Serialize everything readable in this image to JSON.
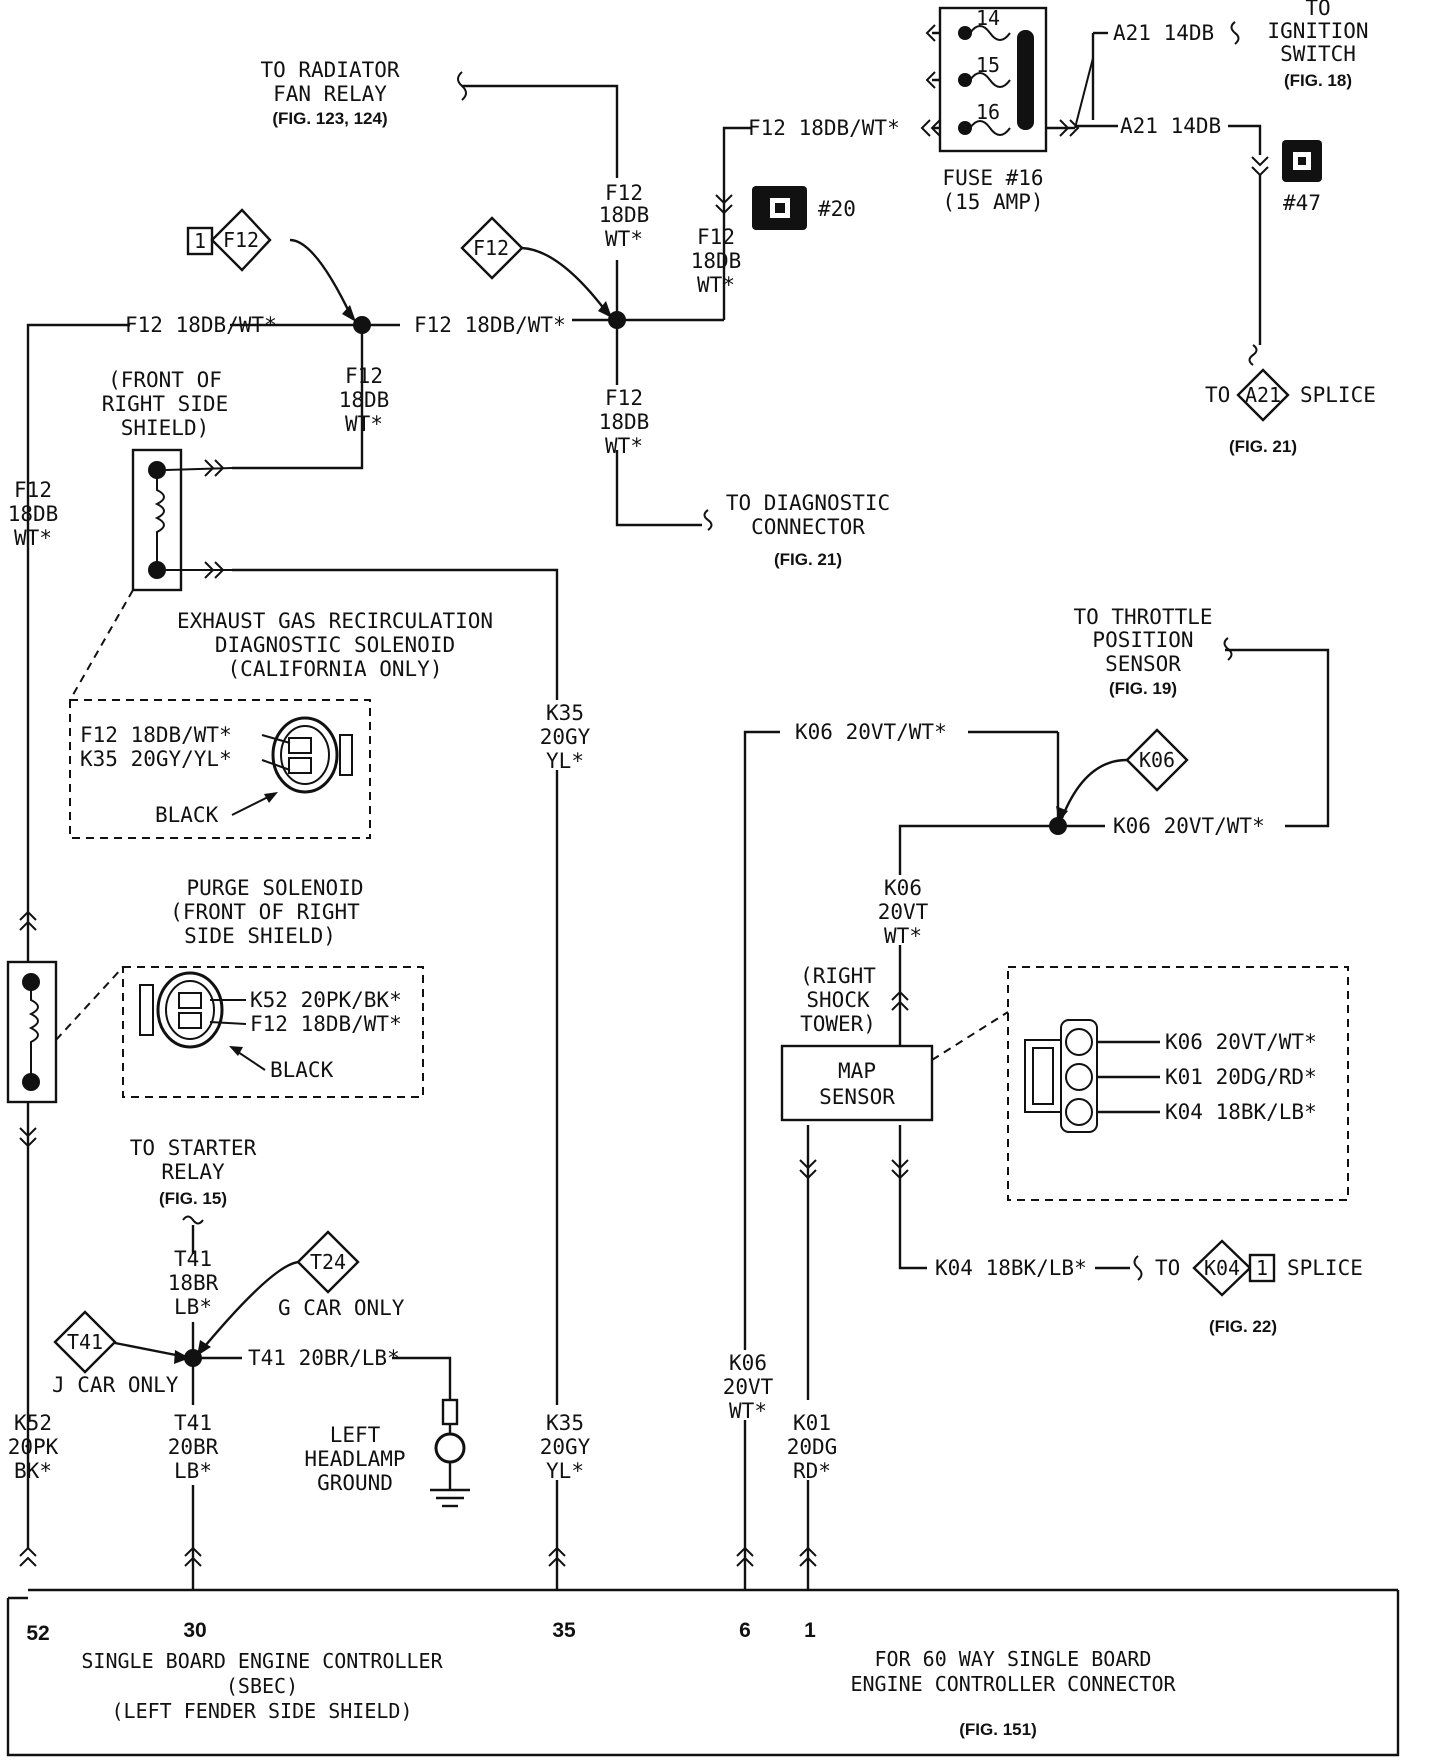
{
  "labels": {
    "to_radiator_fan_relay_1": "TO RADIATOR",
    "to_radiator_fan_relay_2": "FAN RELAY",
    "to_radiator_fig": "(FIG. 123, 124)",
    "to_ignition_1": "TO",
    "to_ignition_2": "IGNITION",
    "to_ignition_3": "SWITCH",
    "to_ignition_fig": "(FIG. 18)",
    "a21_top": "A21 14DB",
    "a21_mid": "A21 14DB",
    "fuse_f12_top": "F12 18DB/WT*",
    "fuse_name": "FUSE #16",
    "fuse_amp": "(15 AMP)",
    "fuse_n14": "14",
    "fuse_n15": "15",
    "fuse_n16": "16",
    "conn20": "#20",
    "conn47": "#47",
    "f12_rad_1": "F12",
    "f12_rad_2": "18DB",
    "f12_rad_3": "WT*",
    "f12_fuse_1": "F12",
    "f12_fuse_2": "18DB",
    "f12_fuse_3": "WT*",
    "diamond_f12_a": "F12",
    "diamond_f12_b": "F12",
    "box_1": "1",
    "f12_left_h": "F12 18DB/WT*",
    "f12_mid_h": "F12 18DB/WT*",
    "f12_egr_1": "F12",
    "f12_egr_2": "18DB",
    "f12_egr_3": "WT*",
    "f12_diag_1": "F12",
    "f12_diag_2": "18DB",
    "f12_diag_3": "WT*",
    "to_a21": "TO",
    "diamond_a21": "A21",
    "a21_splice": "SPLICE",
    "a21_fig": "(FIG. 21)",
    "front_rs_1": "(FRONT OF",
    "front_rs_2": "RIGHT SIDE",
    "front_rs_3": "SHIELD)",
    "f12_left_v_1": "F12",
    "f12_left_v_2": "18DB",
    "f12_left_v_3": "WT*",
    "to_diag_1": "TO DIAGNOSTIC",
    "to_diag_2": "CONNECTOR",
    "to_diag_fig": "(FIG. 21)",
    "egr_1": "EXHAUST GAS RECIRCULATION",
    "egr_2": "DIAGNOSTIC SOLENOID",
    "egr_3": "(CALIFORNIA ONLY)",
    "egr_pin1": "F12 18DB/WT*",
    "egr_pin2": "K35 20GY/YL*",
    "egr_black": "BLACK",
    "k35_top_1": "K35",
    "k35_top_2": "20GY",
    "k35_top_3": "YL*",
    "to_tps_1": "TO THROTTLE",
    "to_tps_2": "POSITION",
    "to_tps_3": "SENSOR",
    "to_tps_fig": "(FIG. 19)",
    "k06_top_h": "K06 20VT/WT*",
    "diamond_k06": "K06",
    "k06_mid_h": "K06 20VT/WT*",
    "k06_v_1": "K06",
    "k06_v_2": "20VT",
    "k06_v_3": "WT*",
    "shock_1": "(RIGHT",
    "shock_2": "SHOCK",
    "shock_3": "TOWER)",
    "map_1": "MAP",
    "map_2": "SENSOR",
    "map_pin1": "K06 20VT/WT*",
    "map_pin2": "K01 20DG/RD*",
    "map_pin3": "K04 18BK/LB*",
    "purge_1": "PURGE SOLENOID",
    "purge_2": "(FRONT OF RIGHT",
    "purge_3": "SIDE SHIELD)",
    "purge_pin1": "K52 20PK/BK*",
    "purge_pin2": "F12 18DB/WT*",
    "purge_black": "BLACK",
    "to_starter_1": "TO STARTER",
    "to_starter_2": "RELAY",
    "to_starter_fig": "(FIG. 15)",
    "t41_top_1": "T41",
    "t41_top_2": "18BR",
    "t41_top_3": "LB*",
    "diamond_t24": "T24",
    "g_car": "G CAR ONLY",
    "diamond_t41": "T41",
    "j_car": "J CAR ONLY",
    "t41_h": "T41 20BR/LB*",
    "k04_h": "K04 18BK/LB*",
    "to_k04": "TO",
    "diamond_k04": "K04",
    "box_k04": "1",
    "k04_splice": "SPLICE",
    "k04_fig": "(FIG. 22)",
    "k52_1": "K52",
    "k52_2": "20PK",
    "k52_3": "BK*",
    "t41_b_1": "T41",
    "t41_b_2": "20BR",
    "t41_b_3": "LB*",
    "lhg_1": "LEFT",
    "lhg_2": "HEADLAMP",
    "lhg_3": "GROUND",
    "k35_b_1": "K35",
    "k35_b_2": "20GY",
    "k35_b_3": "YL*",
    "k06_b_1": "K06",
    "k06_b_2": "20VT",
    "k06_b_3": "WT*",
    "k01_1": "K01",
    "k01_2": "20DG",
    "k01_3": "RD*",
    "pin52": "52",
    "pin30": "30",
    "pin35": "35",
    "pin6": "6",
    "pin1": "1",
    "sbec_1": "SINGLE BOARD ENGINE CONTROLLER",
    "sbec_2": "(SBEC)",
    "sbec_3": "(LEFT FENDER SIDE SHIELD)",
    "for60_1": "FOR 60 WAY SINGLE BOARD",
    "for60_2": "ENGINE CONTROLLER CONNECTOR",
    "for60_fig": "(FIG. 151)"
  }
}
